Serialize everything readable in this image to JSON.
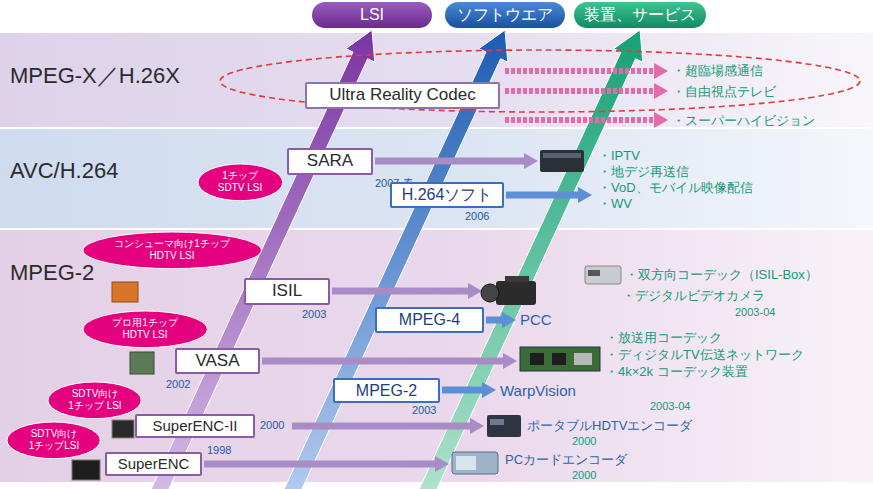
{
  "diagram": {
    "nodes": [
      {
        "text": [
          "LSI"
        ]
      },
      {
        "text": [
          "ソフトウエア"
        ]
      },
      {
        "text": [
          "装置、サービス"
        ]
      },
      {
        "text": [
          "MPEG-X／H.26X"
        ]
      },
      {
        "text": [
          "Ultra Reality Codec"
        ],
        "in": 3
      },
      {
        "text": [
          "AVC/H.264"
        ]
      },
      {
        "text": [
          "1チップ SDTV LSI"
        ],
        "in": 5
      },
      {
        "text": [
          "SARA",
          "2007 春"
        ],
        "in": 5
      },
      {
        "text": [
          "H.264ソフト",
          "2006"
        ],
        "in": 5
      },
      {
        "text": [
          "MPEG-2"
        ]
      },
      {
        "text": [
          "コンシューマ向け1チップ HDTV LSI"
        ],
        "in": 9
      },
      {
        "text": [
          "ISIL",
          "2003"
        ],
        "in": 9
      },
      {
        "text": [
          "MPEG-4"
        ],
        "in": 9
      },
      {
        "text": [
          "プロ用1チップ HDTV LSI"
        ],
        "in": 9
      },
      {
        "text": [
          "VASA",
          "2002"
        ],
        "in": 9
      },
      {
        "text": [
          "MPEG-2",
          "2003"
        ],
        "in": 9
      },
      {
        "text": [
          "SDTV向け 1チップ LSI"
        ],
        "in": 9
      },
      {
        "text": [
          "SuperENC-II",
          "2000"
        ],
        "in": 9
      },
      {
        "text": [
          "SDTV向け 1チップLSI"
        ],
        "in": 9
      },
      {
        "text": [
          "SuperENC",
          "1998"
        ],
        "in": 9
      }
    ],
    "labels": [
      "・超臨場感通信",
      "・自由視点テレビ",
      "・スーパーハイビジョン",
      "・IPTV",
      "・地デジ再送信",
      "・VoD、モバイル映像配信",
      "・WV",
      "・双方向コーデック（ISIL-Box）",
      "・デジタルビデオカメラ",
      "2003-04",
      "PCC",
      "・放送用コーデック",
      "・ディジタルTV伝送ネットワーク",
      "・4k×2k コーデック装置",
      "WarpVision",
      "2003-04",
      "ポータブルHDTVエンコーダ",
      "2000",
      "PCカードエンコーダ",
      "2000"
    ]
  }
}
